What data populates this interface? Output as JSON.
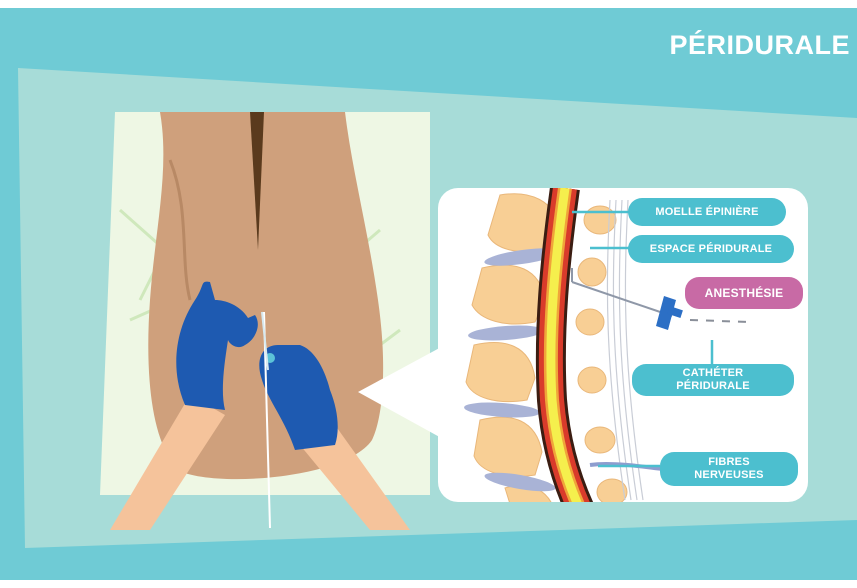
{
  "title": "PÉRIDURALE",
  "labels": {
    "moelle": "MOELLE ÉPINIÈRE",
    "espace": "ESPACE PÉRIDURALE",
    "anesthesie": "ANESTHÉSIE",
    "catheter_line1": "CATHÉTER",
    "catheter_line2": "PÉRIDURALE",
    "fibres_line1": "FIBRES",
    "fibres_line2": "NERVEUSES"
  },
  "colors": {
    "background": "#6fcbd5",
    "panel": "#a7dcd8",
    "label_teal": "#4cbfcf",
    "label_pink": "#c86aa5",
    "glove": "#1e5ab1",
    "skin": "#cfa07c",
    "arm": "#f5c39b"
  }
}
